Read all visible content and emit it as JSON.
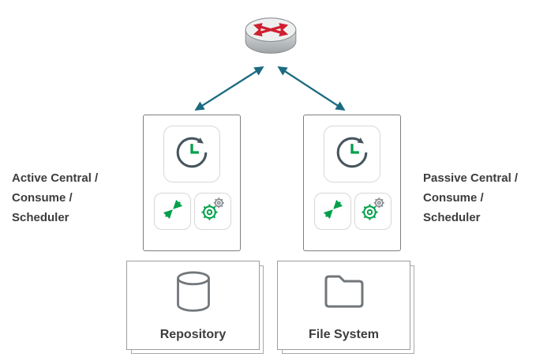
{
  "diagram": {
    "router": {
      "icon": "router-icon"
    },
    "nodes": [
      {
        "id": "active",
        "label": "Active Central /\nConsume /\nScheduler",
        "icons": [
          "circular-arrow-scheduler-icon",
          "compress-arrows-icon",
          "gears-icon"
        ]
      },
      {
        "id": "passive",
        "label": "Passive Central /\nConsume /\nScheduler",
        "icons": [
          "circular-arrow-scheduler-icon",
          "compress-arrows-icon",
          "gears-icon"
        ]
      }
    ],
    "stores": [
      {
        "id": "repository",
        "label": "Repository",
        "icon": "database-icon"
      },
      {
        "id": "filesystem",
        "label": "File System",
        "icon": "folder-icon"
      }
    ],
    "connectors": [
      {
        "from": "router",
        "to": "active",
        "style": "double-headed"
      },
      {
        "from": "router",
        "to": "passive",
        "style": "double-headed"
      }
    ],
    "colors": {
      "arrow_teal": "#1b6b80",
      "icon_green": "#00a04b",
      "icon_gray": "#8a9196",
      "router_red": "#cf2030",
      "node_border": "#7f7f7f",
      "tile_border": "#d7d7d7",
      "store_border": "#9c9c9c",
      "text": "#3d3d3d"
    }
  }
}
